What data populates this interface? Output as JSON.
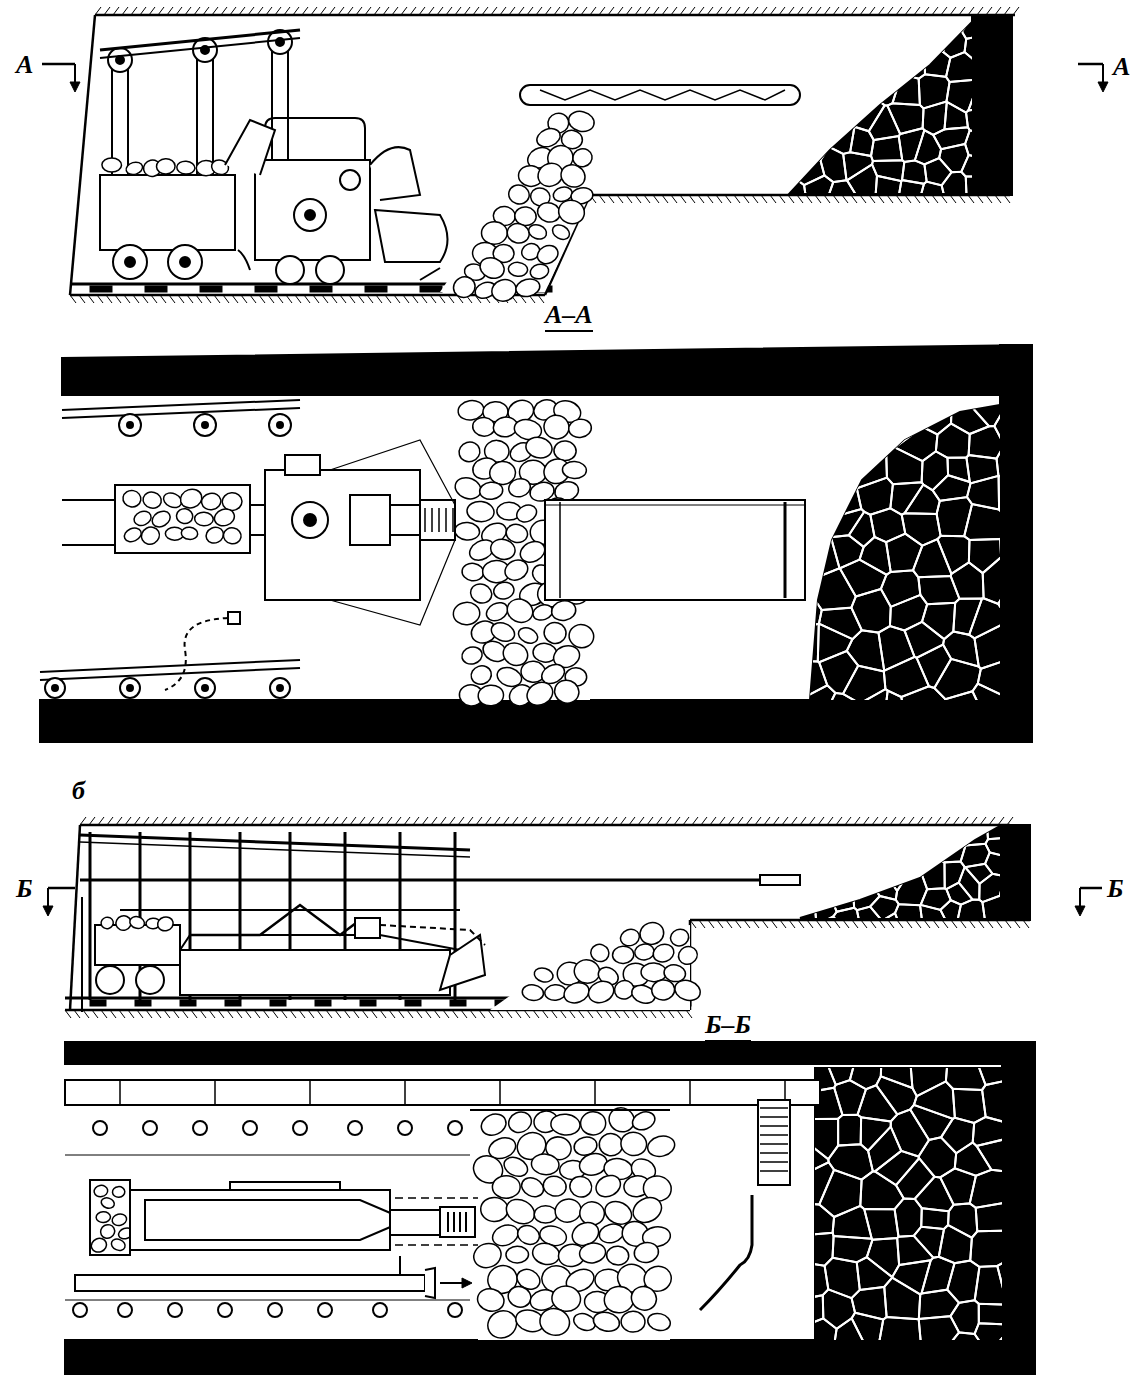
{
  "diagram": {
    "labels": [
      "А",
      "А",
      "А–А",
      "б",
      "Б",
      "Б",
      "Б–Б"
    ]
  }
}
